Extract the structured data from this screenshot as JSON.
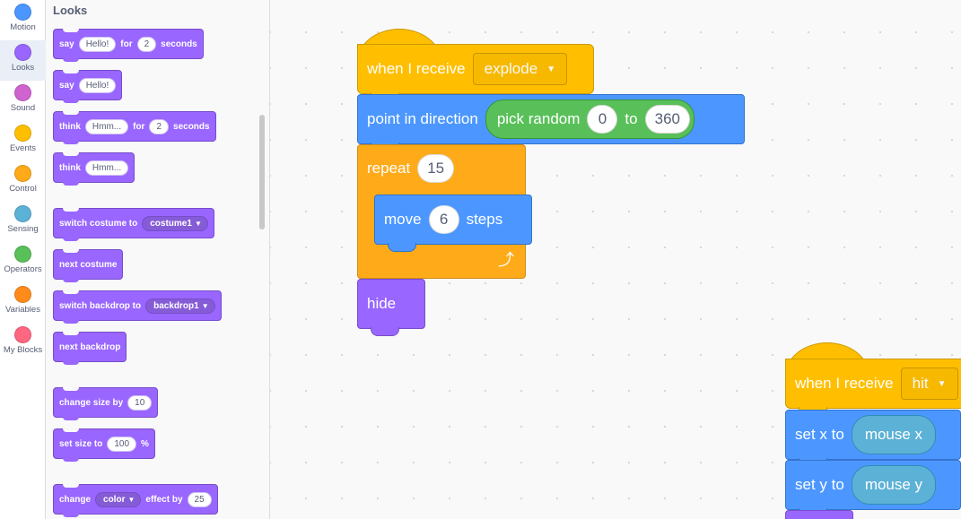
{
  "categories": [
    {
      "label": "Motion",
      "color": "#4c97ff",
      "selected": false
    },
    {
      "label": "Looks",
      "color": "#9966ff",
      "selected": true
    },
    {
      "label": "Sound",
      "color": "#cf63cf",
      "selected": false
    },
    {
      "label": "Events",
      "color": "#ffbf00",
      "selected": false
    },
    {
      "label": "Control",
      "color": "#ffab19",
      "selected": false
    },
    {
      "label": "Sensing",
      "color": "#5cb1d6",
      "selected": false
    },
    {
      "label": "Operators",
      "color": "#59c059",
      "selected": false
    },
    {
      "label": "Variables",
      "color": "#ff8c1a",
      "selected": false
    },
    {
      "label": "My Blocks",
      "color": "#ff6680",
      "selected": false
    }
  ],
  "palette": {
    "title": "Looks",
    "say_for": {
      "text1": "say",
      "msg": "Hello!",
      "text2": "for",
      "secs": "2",
      "text3": "seconds"
    },
    "say": {
      "text1": "say",
      "msg": "Hello!"
    },
    "think_for": {
      "text1": "think",
      "msg": "Hmm...",
      "text2": "for",
      "secs": "2",
      "text3": "seconds"
    },
    "think": {
      "text1": "think",
      "msg": "Hmm..."
    },
    "switch_costume": {
      "text1": "switch costume to",
      "value": "costume1"
    },
    "next_costume": {
      "text1": "next costume"
    },
    "switch_backdrop": {
      "text1": "switch backdrop to",
      "value": "backdrop1"
    },
    "next_backdrop": {
      "text1": "next backdrop"
    },
    "change_size": {
      "text1": "change size by",
      "value": "10"
    },
    "set_size": {
      "text1": "set size to",
      "value": "100",
      "text2": "%"
    },
    "change_effect": {
      "text1": "change",
      "effect": "color",
      "text2": "effect by",
      "value": "25"
    }
  },
  "script1": {
    "hat_text": "when I receive",
    "hat_message": "explode",
    "point_text": "point in direction",
    "random_text": "pick random",
    "random_from": "0",
    "random_to_text": "to",
    "random_to": "360",
    "repeat_text": "repeat",
    "repeat_count": "15",
    "move_text": "move",
    "move_value": "6",
    "steps_text": "steps",
    "hide_text": "hide"
  },
  "script2": {
    "hat_text": "when I receive",
    "hat_message": "hit",
    "setx_text": "set x to",
    "setx_value": "mouse x",
    "sety_text": "set y to",
    "sety_value": "mouse y"
  }
}
